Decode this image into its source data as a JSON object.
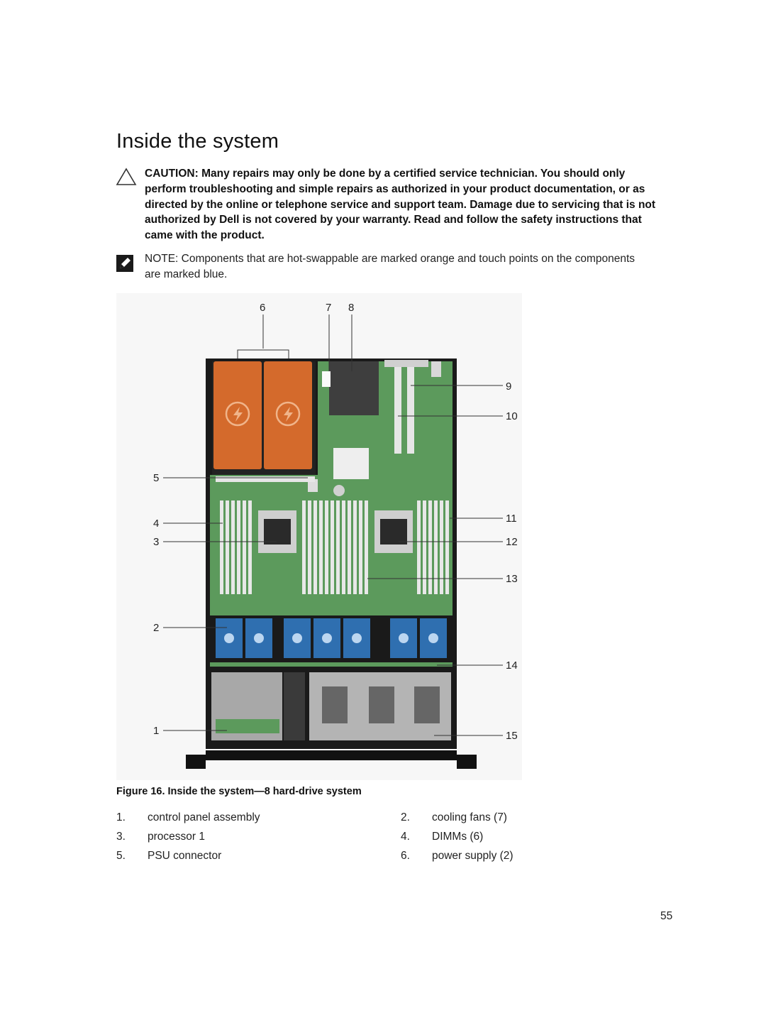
{
  "page": {
    "title": "Inside the system",
    "caution": {
      "label": "CAUTION:",
      "text": " Many repairs may only be done by a certified service technician. You should only perform troubleshooting and simple repairs as authorized in your product documentation, or as directed by the online or telephone service and support team. Damage due to servicing that is not authorized by Dell is not covered by your warranty. Read and follow the safety instructions that came with the product."
    },
    "note": {
      "label": "NOTE:",
      "text": " Components that are hot-swappable are marked orange and touch points on the components are marked blue."
    },
    "figure": {
      "callouts": [
        "1",
        "2",
        "3",
        "4",
        "5",
        "6",
        "7",
        "8",
        "9",
        "10",
        "11",
        "12",
        "13",
        "14",
        "15"
      ],
      "caption": "Figure 16. Inside the system—8 hard-drive system"
    },
    "legend": [
      {
        "num": "1.",
        "text": "control panel assembly"
      },
      {
        "num": "2.",
        "text": "cooling fans (7)"
      },
      {
        "num": "3.",
        "text": "processor 1"
      },
      {
        "num": "4.",
        "text": "DIMMs (6)"
      },
      {
        "num": "5.",
        "text": "PSU connector"
      },
      {
        "num": "6.",
        "text": "power supply (2)"
      }
    ],
    "page_number": "55",
    "colors": {
      "board": "#5c9a5c",
      "psu": "#d46a2c",
      "fan": "#2f6fb0",
      "chassis": "#1a1a1a"
    }
  }
}
